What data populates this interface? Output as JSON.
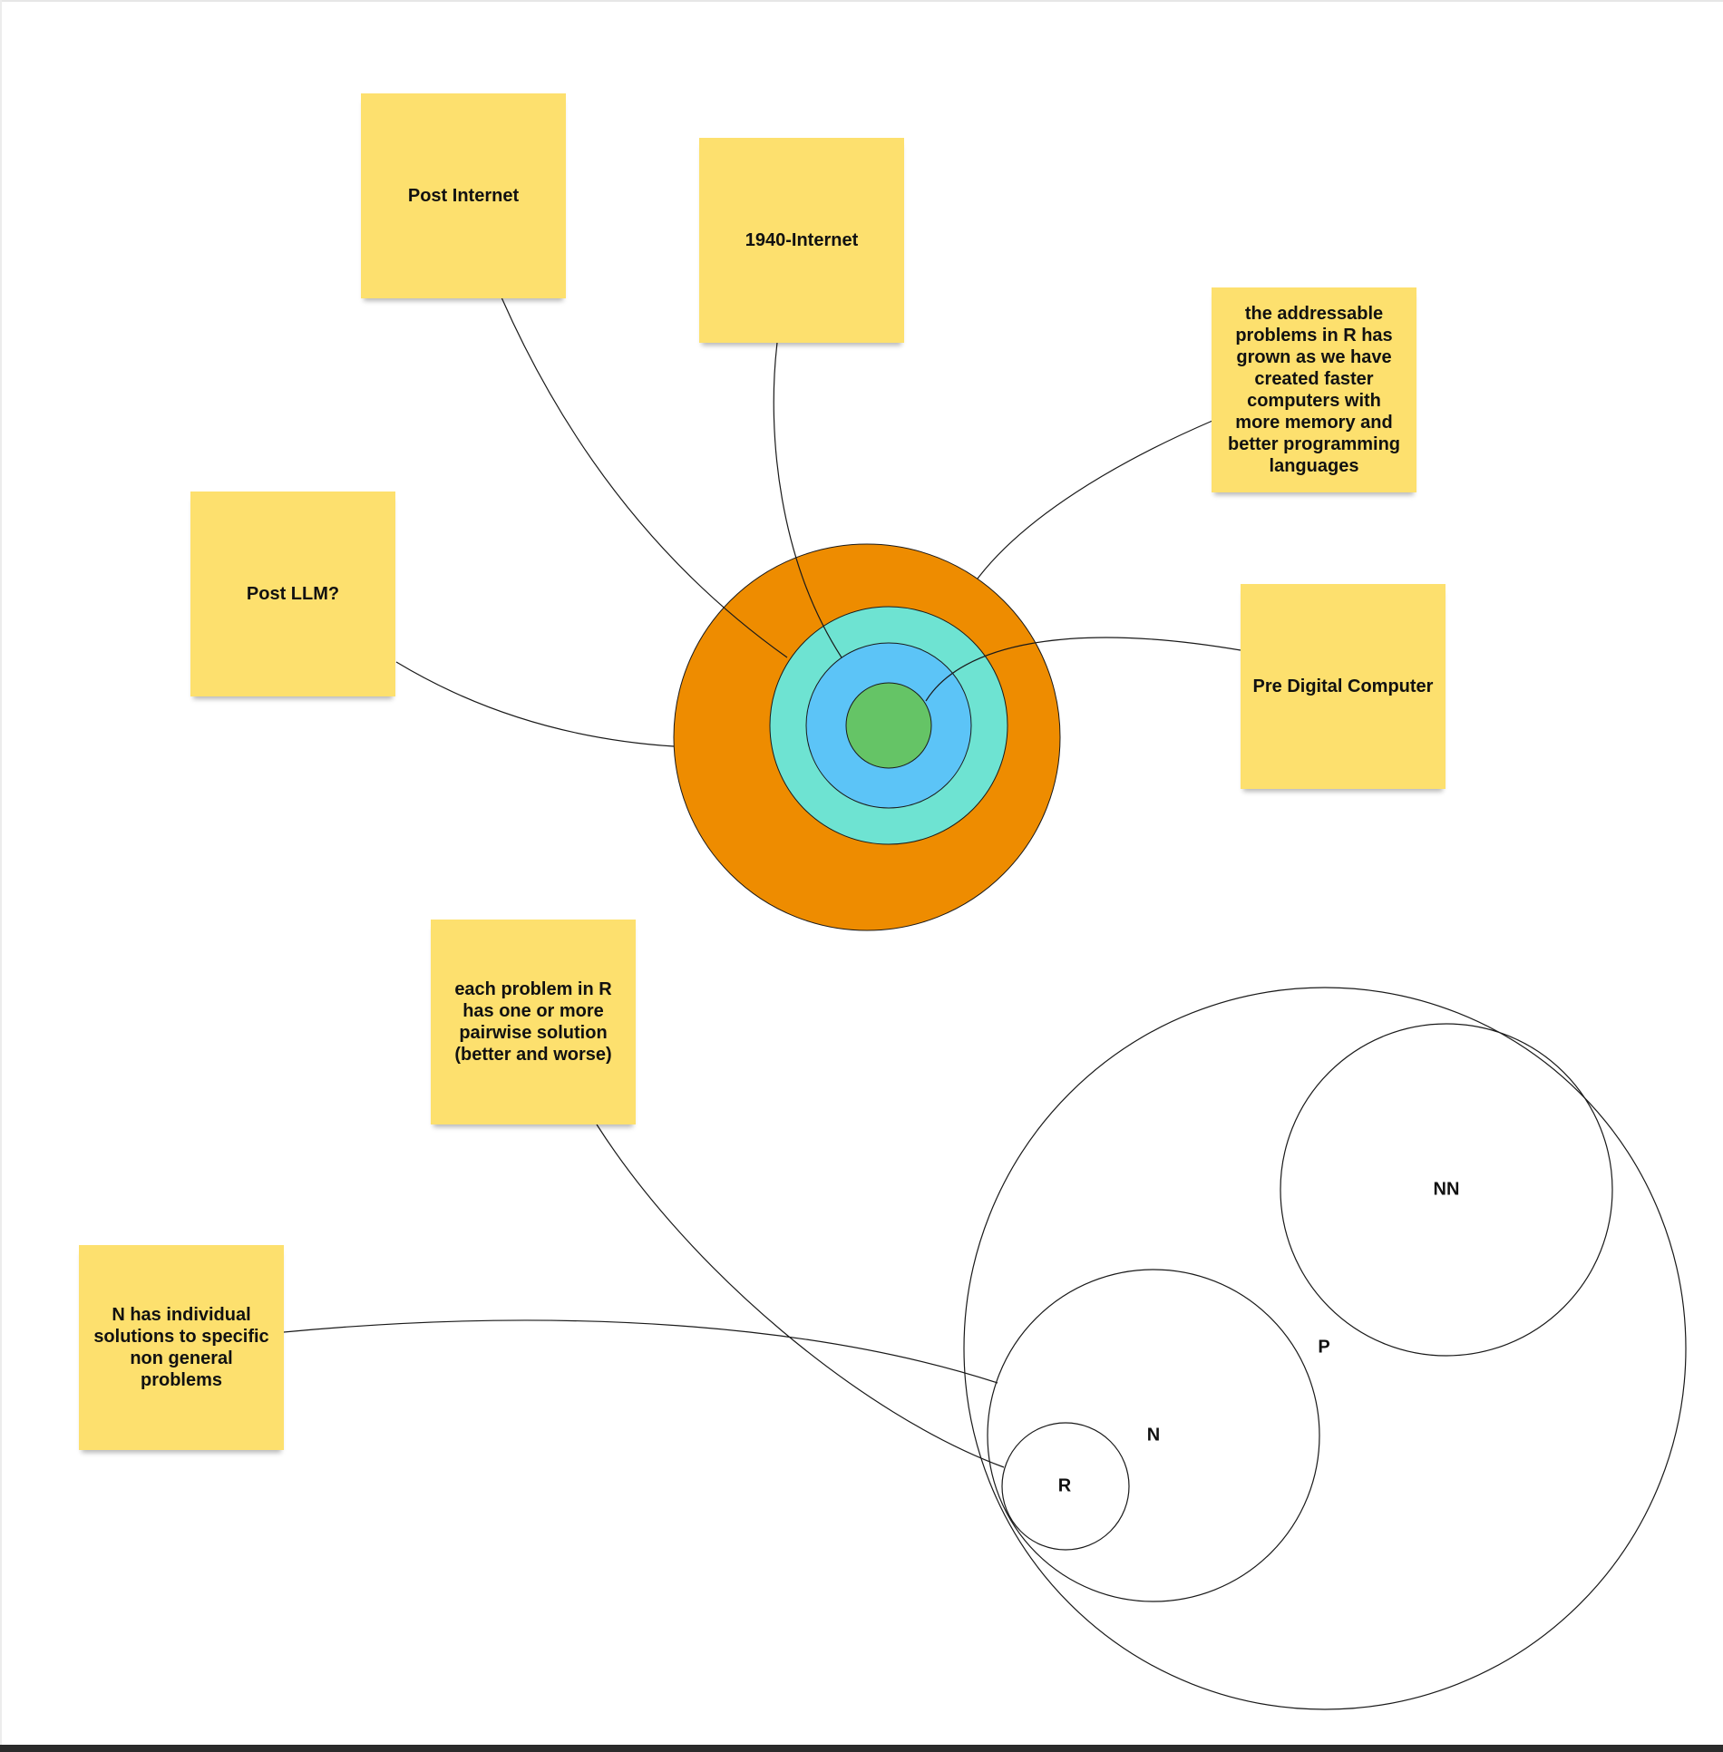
{
  "stickies": {
    "post_internet": "Post Internet",
    "year_1940_internet": "1940-Internet",
    "addressable_problems": "the addressable problems in R has grown as we have created faster computers with more memory and better programming languages",
    "post_llm": "Post LLM?",
    "pre_digital_computer": "Pre Digital Computer",
    "each_problem": "each problem in R has one or more pairwise solution (better and worse)",
    "n_individual_solutions": "N has individual solutions to specific non general problems"
  },
  "venn": {
    "nn": "NN",
    "p": "P",
    "n": "N",
    "r": "R"
  },
  "colors": {
    "sticky_yellow": "#fde06e",
    "ring_outer_orange": "#ee8c00",
    "ring_teal": "#6ee3d2",
    "ring_blue": "#5cc4f7",
    "ring_core_green": "#65c466",
    "line": "#1a1a1a"
  }
}
